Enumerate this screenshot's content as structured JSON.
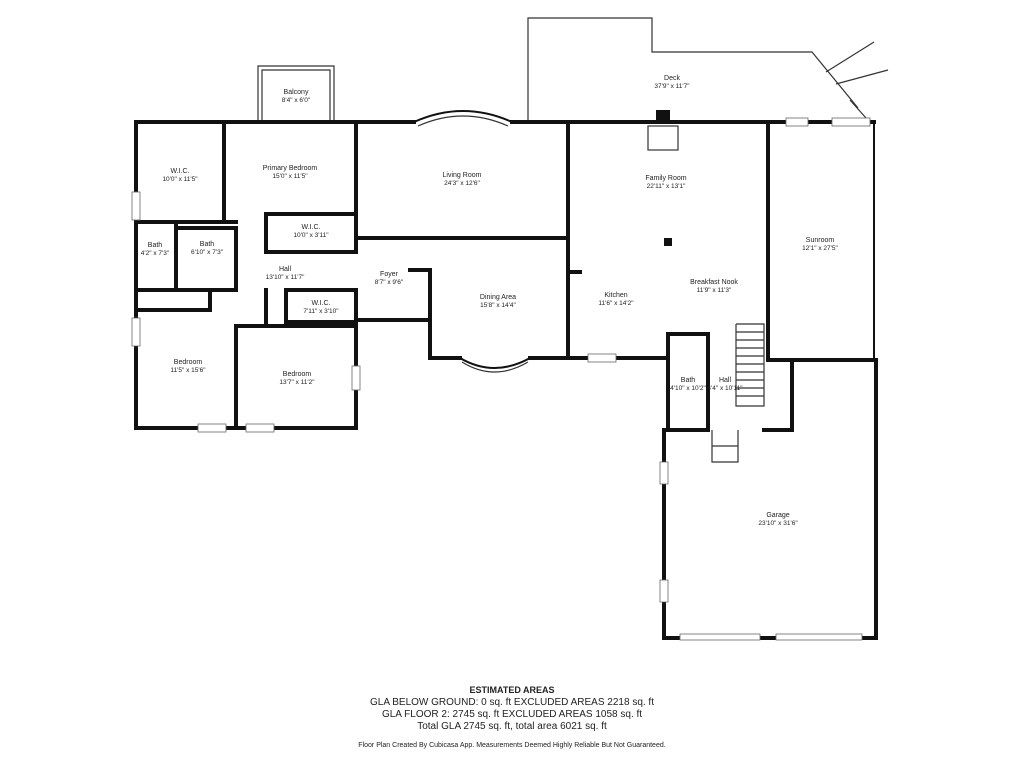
{
  "rooms": {
    "balcony": {
      "name": "Balcony",
      "size": "8'4\" x 6'0\""
    },
    "deck": {
      "name": "Deck",
      "size": "37'9\" x 11'7\""
    },
    "wic_left": {
      "name": "W.I.C.",
      "size": "10'0\" x 11'5\""
    },
    "primary_bedroom": {
      "name": "Primary Bedroom",
      "size": "15'0\" x 11'5\""
    },
    "wic_primary": {
      "name": "W.I.C.",
      "size": "10'0\" x 3'11\""
    },
    "living_room": {
      "name": "Living Room",
      "size": "24'3\" x 12'6\""
    },
    "family_room": {
      "name": "Family Room",
      "size": "22'11\" x 13'1\""
    },
    "sunroom": {
      "name": "Sunroom",
      "size": "12'1\" x 27'5\""
    },
    "bath_small": {
      "name": "Bath",
      "size": "4'2\" x 7'3\""
    },
    "bath_mid": {
      "name": "Bath",
      "size": "6'10\" x 7'3\""
    },
    "hall_left": {
      "name": "Hall",
      "size": "13'10\" x 11'7\""
    },
    "foyer": {
      "name": "Foyer",
      "size": "8'7\" x 9'6\""
    },
    "dining_area": {
      "name": "Dining Area",
      "size": "15'8\" x 14'4\""
    },
    "kitchen": {
      "name": "Kitchen",
      "size": "11'6\" x 14'2\""
    },
    "breakfast_nook": {
      "name": "Breakfast Nook",
      "size": "11'9\" x 11'3\""
    },
    "wic_hall": {
      "name": "W.I.C.",
      "size": "7'11\" x 3'10\""
    },
    "bedroom_left": {
      "name": "Bedroom",
      "size": "11'5\" x 15'6\""
    },
    "bedroom_mid": {
      "name": "Bedroom",
      "size": "13'7\" x 11'2\""
    },
    "bath_right": {
      "name": "Bath",
      "size": "4'10\" x 10'2\""
    },
    "hall_right": {
      "name": "Hall",
      "size": "4'4\" x 10'11\""
    },
    "garage": {
      "name": "Garage",
      "size": "23'10\" x 31'6\""
    }
  },
  "estimated_areas": {
    "title": "ESTIMATED AREAS",
    "line1": "GLA BELOW GROUND: 0 sq. ft EXCLUDED AREAS 2218 sq. ft",
    "line2": "GLA FLOOR 2: 2745 sq. ft EXCLUDED AREAS 1058 sq. ft",
    "line3": "Total GLA 2745 sq. ft, total area 6021 sq. ft"
  },
  "credit": "Floor Plan Created By Cubicasa App. Measurements Deemed Highly Reliable But Not Guaranteed."
}
